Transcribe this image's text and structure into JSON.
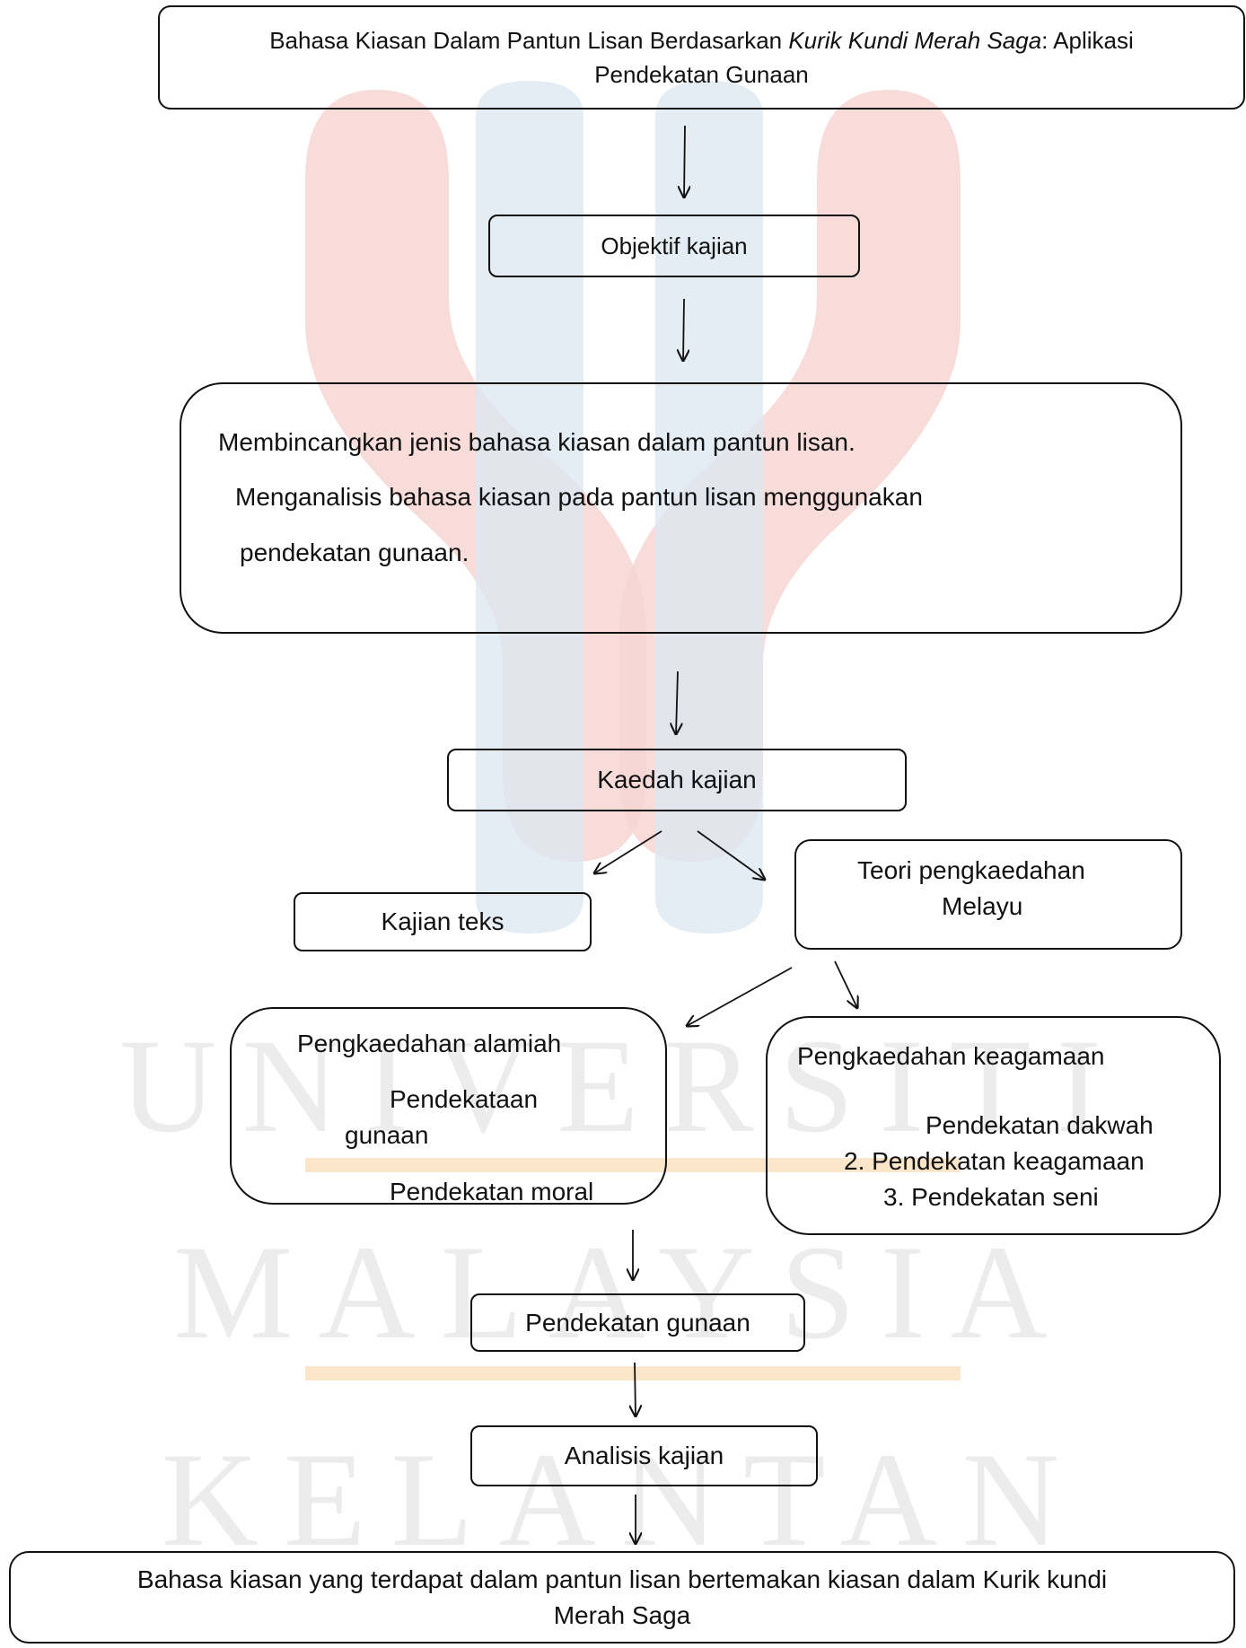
{
  "watermark": {
    "words": [
      "UNIVERSITI",
      "MALAYSIA",
      "KELANTAN"
    ],
    "colors": {
      "red": "#f7d6d4",
      "blue": "#dde7f1",
      "gold": "#fbe6c9",
      "text": "#ececec"
    }
  },
  "title": {
    "prefix": "Bahasa Kiasan Dalam Pantun Lisan Berdasarkan ",
    "italic": "Kurik Kundi Merah Saga",
    "suffix": ": Aplikasi",
    "line2": "Pendekatan Gunaan"
  },
  "objective_label": "Objektif kajian",
  "objectives": [
    "Membincangkan jenis bahasa kiasan dalam pantun lisan.",
    "Menganalisis bahasa kiasan pada pantun lisan menggunakan",
    "pendekatan gunaan."
  ],
  "method_label": "Kaedah kajian",
  "text_study": "Kajian teks",
  "theory": {
    "line1": "Teori pengkaedahan",
    "line2": "Melayu"
  },
  "natural": {
    "heading": "Pengkaedahan alamiah",
    "item1_line1": "Pendekataan",
    "item1_line2": "gunaan",
    "item2": "Pendekatan moral"
  },
  "religious": {
    "heading": "Pengkaedahan keagamaan",
    "items": [
      "Pendekatan dakwah",
      "2. Pendekatan keagamaan",
      "3. Pendekatan seni"
    ]
  },
  "applied_approach": "Pendekatan gunaan",
  "analysis": "Analisis kajian",
  "result": {
    "line1": "Bahasa kiasan yang terdapat dalam pantun lisan bertemakan kiasan dalam Kurik kundi",
    "line2": "Merah Saga"
  }
}
